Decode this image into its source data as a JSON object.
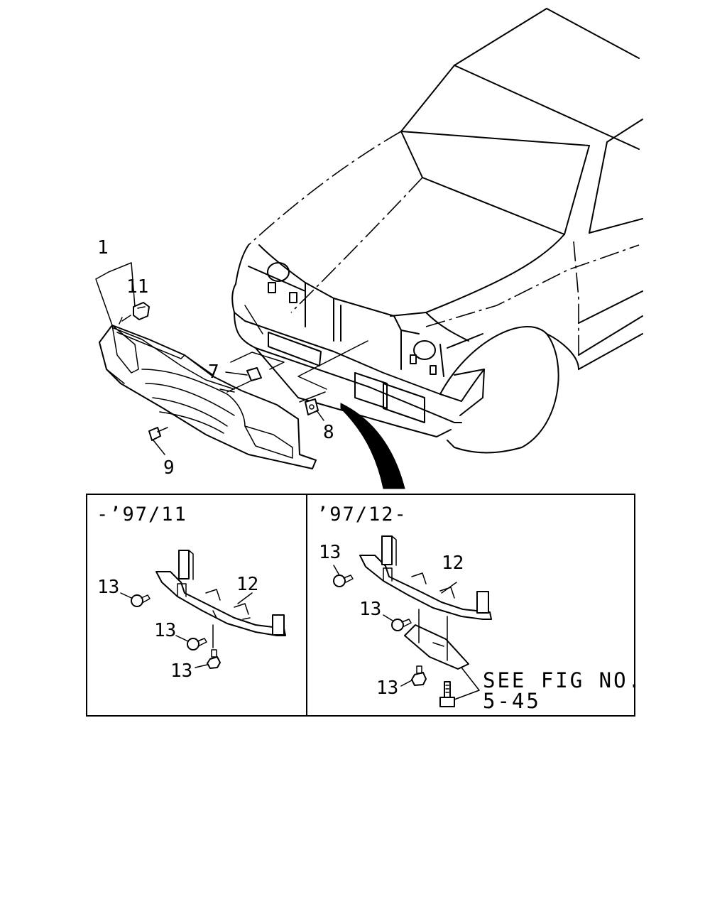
{
  "callouts": {
    "c1": "1",
    "c11": "11",
    "c7": "7",
    "c8": "8",
    "c9": "9",
    "c12_left": "12",
    "c12_right": "12",
    "c13_l1": "13",
    "c13_l2": "13",
    "c13_l3": "13",
    "c13_r1": "13",
    "c13_r2": "13",
    "c13_r3": "13"
  },
  "panels": {
    "left_header": "-’97/11",
    "right_header": "’97/12-"
  },
  "reference": {
    "line1": "SEE FIG NO.",
    "line2": "5-45"
  }
}
